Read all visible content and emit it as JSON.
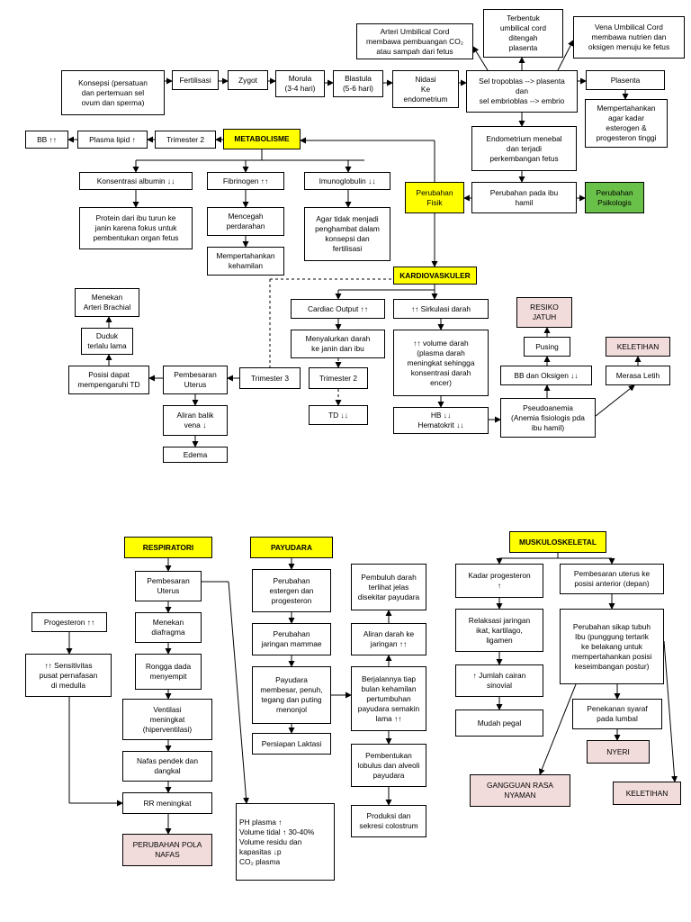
{
  "nodes": {
    "arteri_umbilical": "Arteri  Umbilical Cord\nmembawa pembuangan CO₂\natau sampah dari fetus",
    "terbentuk_umbilical": "Terbentuk\numbilical cord\nditengah\nplasenta",
    "vena_umbilical": "Vena Umbilical Cord\nmembawa nutrien dan\noksigen menuju ke fetus",
    "konsepsi": "Konsepsi (persatuan\ndan pertemuan sel\novum dan sperma)",
    "fertilisasi": "Fertilisasi",
    "zygot": "Zygot",
    "morula": "Morula\n(3-4 hari)",
    "blastula": "Blastula\n(5-6 hari)",
    "nidasi": "Nidasi\nKe\nendometrium",
    "sel_tropoblas": "Sel tropoblas --> plasenta\ndan\nsel embrioblas --> embrio",
    "plasenta": "Plasenta",
    "mempertahankan_estrogen": "Mempertahankan\nagar kadar\nesterogen &\nprogesteron tinggi",
    "bb_naik": "BB ↑↑",
    "plasma_lipid": "Plasma lipid ↑",
    "trimester2_meta": "Trimester 2",
    "metabolisme": "METABOLISME",
    "endometrium_menebal": "Endometrium menebal\ndan terjadi\nperkembangan fetus",
    "perubahan_ibu_hamil": "Perubahan pada ibu\nhamil",
    "perubahan_fisik": "Perubahan\nFisik",
    "perubahan_psikologis": "Perubahan\nPsikologis",
    "konsentrasi_albumin": "Konsentrasi albumin ↓↓",
    "fibrinogen": "Fibrinogen ↑↑",
    "imunoglobulin": "Imunoglobulin ↓↓",
    "protein_turun": "Protein dari ibu turun ke\njanin karena fokus untuk\npembentukan organ fetus",
    "mencegah_perdarahan": "Mencegah\nperdarahan",
    "agar_tidak_menjadi": "Agar tidak menjadi\npenghambat dalam\nkonsepsi dan\nfertilisasi",
    "mempertahankan_kehamilan": "Mempertahankan\nkehamilan",
    "kardiovaskuler": "KARDIOVASKULER",
    "cardiac_output": "Cardiac Output ↑↑",
    "sirkulasi_darah": "↑↑ Sirkulasi darah",
    "menyalurkan_darah": "Menyalurkan darah\nke janin dan ibu",
    "volume_darah": "↑↑ volume darah\n(plasma darah\nmeningkat sehingga\nkonsentrasi darah\nencer)",
    "resiko_jatuh": "RESIKO\nJATUH",
    "pusing": "Pusing",
    "keletihan1": "KELETIHAN",
    "bb_oksigen": "BB dan Oksigen ↓↓",
    "merasa_letih": "Merasa Letih",
    "menekan_arteri": "Menekan\nArteri Brachial",
    "duduk_lama": "Duduk\nterlalu lama",
    "posisi_td": "Posisi dapat\nmempengaruhi TD",
    "pembesaran_uterus_k": "Pembesaran\nUterus",
    "trimester3": "Trimester 3",
    "trimester2_kardio": "Trimester 2",
    "aliran_balik": "Aliran balik\nvena ↓",
    "td_turun": "TD ↓↓",
    "hb_hematokrit": "HB ↓↓\nHematokrit ↓↓",
    "pseudoanemia": "Pseudoanemia\n(Anemia fisiologis pda\nibu hamil)",
    "edema": "Edema",
    "respiratori": "RESPIRATORI",
    "payudara": "PAYUDARA",
    "muskuloskeletal": "MUSKULOSKELETAL",
    "pembesaran_uterus_r": "Pembesaran\nUterus",
    "progesteron_r": "Progesteron ↑↑",
    "sensitivitas": "↑↑ Sensitivitas\npusat pernafasan\ndi medulla",
    "menekan_diafragma": "Menekan\ndiafragma",
    "rongga_dada": "Rongga dada\nmenyempit",
    "ventilasi": "Ventilasi\nmeningkat\n(hiperventilasi)",
    "nafas_pendek": "Nafas pendek dan\ndangkal",
    "rr_meningkat": "RR meningkat",
    "perubahan_pola_nafas": "PERUBAHAN POLA\nNAFAS",
    "ph_plasma": "PH plasma ↑\nVolume tidal ↑ 30-40%\nVolume residu dan\nkapasitas ↓p\nCO₂ plasma",
    "perubahan_estrogen": "Perubahan\nestergen dan\nprogesteron",
    "perubahan_jaringan_mammae": "Perubahan\njaringan mammae",
    "payudara_membesar": "Payudara\nmembesar, penuh,\ntegang dan puting\nmenonjol",
    "persiapan_laktasi": "Persiapan Laktasi",
    "pembuluh_darah": "Pembuluh darah\nterlihat jelas\ndisekitar payudara",
    "aliran_darah_jaringan": "Aliran darah ke\njaringan ↑↑",
    "berjalannya_tiap_bulan": "Berjalannya tiap\nbulan kehamilan\npertumbuhan\npayudara semakin\nlama ↑↑",
    "pembentukan_lobulus": "Pembentukan\nlobulus dan alveoli\npayudara",
    "produksi_colostrum": "Produksi dan\nsekresi colostrum",
    "kadar_progesteron_m": "Kadar progesteron\n↑",
    "pembesaran_uterus_m": "Pembesaran uterus ke\nposisi anterior (depan)",
    "relaksasi_jaringan": "Relaksasi jaringan\nikat, kartilago,\nligamen",
    "jumlah_cairan": "↑ Jumlah cairan\nsinovial",
    "mudah_pegal": "Mudah pegal",
    "perubahan_sikap": "Perubahan sikap tubuh\nIbu (punggung tertarik\nke belakang untuk\nmempertahankan posisi\nkeseimbangan postur)",
    "penekanan_syaraf": "Penekanan syaraf\npada lumbal",
    "nyeri": "NYERI",
    "gangguan_rasa_nyaman": "GANGGUAN RASA\nNYAMAN",
    "keletihan2": "KELETIHAN"
  },
  "colors": {
    "category": "#ffff00",
    "psikologis": "#6ac14a",
    "diagnosis": "#f2dcdb",
    "border": "#000000"
  }
}
